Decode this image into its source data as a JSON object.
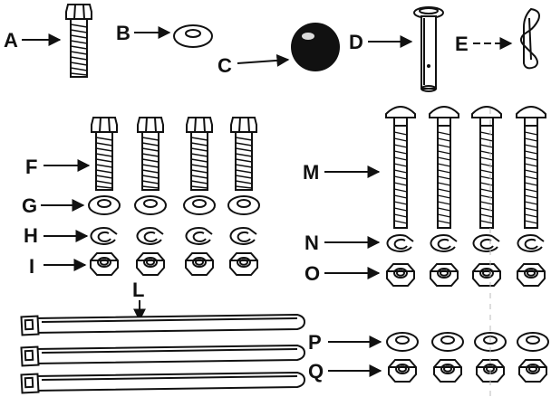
{
  "labels": {
    "a": "A",
    "b": "B",
    "c": "C",
    "d": "D",
    "e": "E",
    "f": "F",
    "g": "G",
    "h": "H",
    "i": "I",
    "l": "L",
    "m": "M",
    "n": "N",
    "o": "O",
    "p": "P",
    "q": "Q"
  },
  "parts": {
    "a": "hex-bolt-icon",
    "b": "flat-washer-icon",
    "c": "ball-knob-icon",
    "d": "clevis-pin-icon",
    "e": "hair-pin-clip-icon",
    "f": "hex-bolt-icon",
    "g": "flat-washer-icon",
    "h": "lock-washer-icon",
    "i": "hex-nut-icon",
    "l": "cable-tie-icon",
    "m": "carriage-bolt-icon",
    "n": "lock-washer-icon",
    "o": "hex-nut-icon",
    "p": "flat-washer-icon",
    "q": "hex-nut-icon"
  },
  "colors": {
    "ink": "#111111",
    "paper": "#ffffff"
  }
}
